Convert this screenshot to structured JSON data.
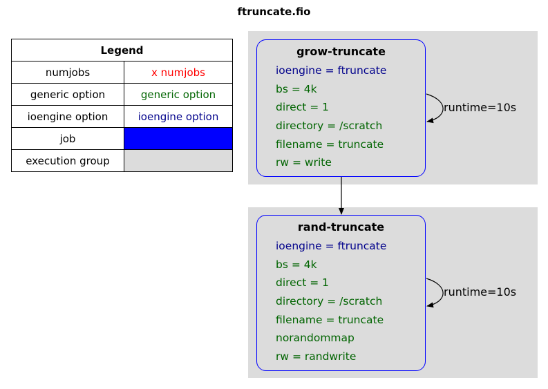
{
  "title": "ftruncate.fio",
  "legend": {
    "header": "Legend",
    "rows": [
      {
        "label": "numjobs",
        "sample": "x numjobs",
        "sample_color": "#ff0000"
      },
      {
        "label": "generic option",
        "sample": "generic option",
        "sample_color": "#006400"
      },
      {
        "label": "ioengine option",
        "sample": "ioengine option",
        "sample_color": "#00008b"
      },
      {
        "label": "job",
        "sample": "",
        "swatch_color": "#0000ff"
      },
      {
        "label": "execution group",
        "sample": "",
        "swatch_color": "#dcdcdc"
      }
    ]
  },
  "colors": {
    "ioengine_option": "#00008b",
    "generic_option": "#006400",
    "job_border": "#0000ff",
    "group_fill": "#dcdcdc"
  },
  "jobs": [
    {
      "name": "grow-truncate",
      "options": [
        {
          "text": "ioengine = ftruncate",
          "kind": "ioengine"
        },
        {
          "text": "bs = 4k",
          "kind": "generic"
        },
        {
          "text": "direct = 1",
          "kind": "generic"
        },
        {
          "text": "directory = /scratch",
          "kind": "generic"
        },
        {
          "text": "filename = truncate",
          "kind": "generic"
        },
        {
          "text": "rw = write",
          "kind": "generic"
        }
      ],
      "loop_label": "runtime=10s"
    },
    {
      "name": "rand-truncate",
      "options": [
        {
          "text": "ioengine = ftruncate",
          "kind": "ioengine"
        },
        {
          "text": "bs = 4k",
          "kind": "generic"
        },
        {
          "text": "direct = 1",
          "kind": "generic"
        },
        {
          "text": "directory = /scratch",
          "kind": "generic"
        },
        {
          "text": "filename = truncate",
          "kind": "generic"
        },
        {
          "text": "norandommap",
          "kind": "generic"
        },
        {
          "text": "rw = randwrite",
          "kind": "generic"
        }
      ],
      "loop_label": "runtime=10s"
    }
  ]
}
